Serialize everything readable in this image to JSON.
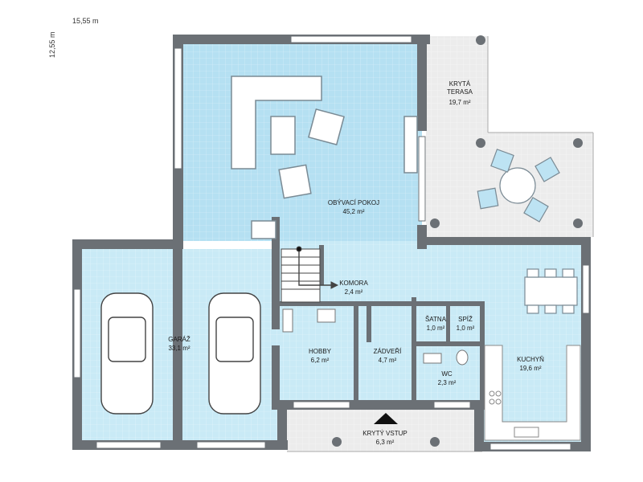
{
  "dimensions": {
    "width": "15,55 m",
    "depth": "12,55 m"
  },
  "rooms": [
    {
      "id": "living",
      "name": "OBÝVACÍ POKOJ",
      "area": "45,2 m²"
    },
    {
      "id": "terrace",
      "name": "KRYTÁ TERASA",
      "area": "19,7 m²"
    },
    {
      "id": "garage",
      "name": "GARÁŽ",
      "area": "33,1 m²"
    },
    {
      "id": "pantry",
      "name": "KOMORA",
      "area": "2,4 m²"
    },
    {
      "id": "hobby",
      "name": "HOBBY",
      "area": "6,2 m²"
    },
    {
      "id": "hall",
      "name": "ZÁDVEŘÍ",
      "area": "4,7 m²"
    },
    {
      "id": "wardrobe",
      "name": "ŠATNA",
      "area": "1,0 m²"
    },
    {
      "id": "larder",
      "name": "SPÍŽ",
      "area": "1,0 m²"
    },
    {
      "id": "wc",
      "name": "WC",
      "area": "2,3 m²"
    },
    {
      "id": "kitchen",
      "name": "KUCHYŇ",
      "area": "19,6 m²"
    },
    {
      "id": "entrance",
      "name": "KRYTÝ VSTUP",
      "area": "6,3 m²"
    }
  ],
  "colors": {
    "room_fill": "#c9eaf6",
    "living_fill": "#b5e0f2",
    "wall": "#6b7075",
    "terrace_fill": "#ececec",
    "furniture": "#ffffff"
  }
}
